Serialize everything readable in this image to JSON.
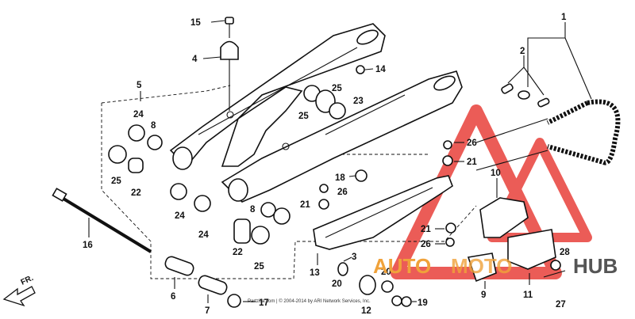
{
  "diagram": {
    "labels": [
      {
        "id": "l1",
        "text": "1"
      },
      {
        "id": "l2",
        "text": "2"
      },
      {
        "id": "l3",
        "text": "3"
      },
      {
        "id": "l4",
        "text": "4"
      },
      {
        "id": "l5",
        "text": "5"
      },
      {
        "id": "l6",
        "text": "6"
      },
      {
        "id": "l7",
        "text": "7"
      },
      {
        "id": "l8a",
        "text": "8"
      },
      {
        "id": "l8b",
        "text": "8"
      },
      {
        "id": "l9",
        "text": "9"
      },
      {
        "id": "l10",
        "text": "10"
      },
      {
        "id": "l11",
        "text": "11"
      },
      {
        "id": "l12",
        "text": "12"
      },
      {
        "id": "l13",
        "text": "13"
      },
      {
        "id": "l14",
        "text": "14"
      },
      {
        "id": "l15",
        "text": "15"
      },
      {
        "id": "l16",
        "text": "16"
      },
      {
        "id": "l17",
        "text": "17"
      },
      {
        "id": "l18",
        "text": "18"
      },
      {
        "id": "l19",
        "text": "19"
      },
      {
        "id": "l20a",
        "text": "20"
      },
      {
        "id": "l20b",
        "text": "20"
      },
      {
        "id": "l21a",
        "text": "21"
      },
      {
        "id": "l21b",
        "text": "21"
      },
      {
        "id": "l21c",
        "text": "21"
      },
      {
        "id": "l22a",
        "text": "22"
      },
      {
        "id": "l22b",
        "text": "22"
      },
      {
        "id": "l23",
        "text": "23"
      },
      {
        "id": "l24a",
        "text": "24"
      },
      {
        "id": "l24b",
        "text": "24"
      },
      {
        "id": "l24c",
        "text": "24"
      },
      {
        "id": "l25a",
        "text": "25"
      },
      {
        "id": "l25b",
        "text": "25"
      },
      {
        "id": "l25c",
        "text": "25"
      },
      {
        "id": "l25d",
        "text": "25"
      },
      {
        "id": "l26a",
        "text": "26"
      },
      {
        "id": "l26b",
        "text": "26"
      },
      {
        "id": "l26c",
        "text": "26"
      },
      {
        "id": "l27",
        "text": "27"
      },
      {
        "id": "l28",
        "text": "28"
      }
    ],
    "front_indicator": "FR.",
    "copyright": "Partzilla.com | © 2004-2014 by ARI Network Services, Inc.",
    "watermark": {
      "text_left": "AUTO",
      "text_mid": "MOTO",
      "text_right": "HUB",
      "color_red": "#e8403a",
      "color_orange": "#f0a23a",
      "color_gray": "#555555"
    }
  }
}
